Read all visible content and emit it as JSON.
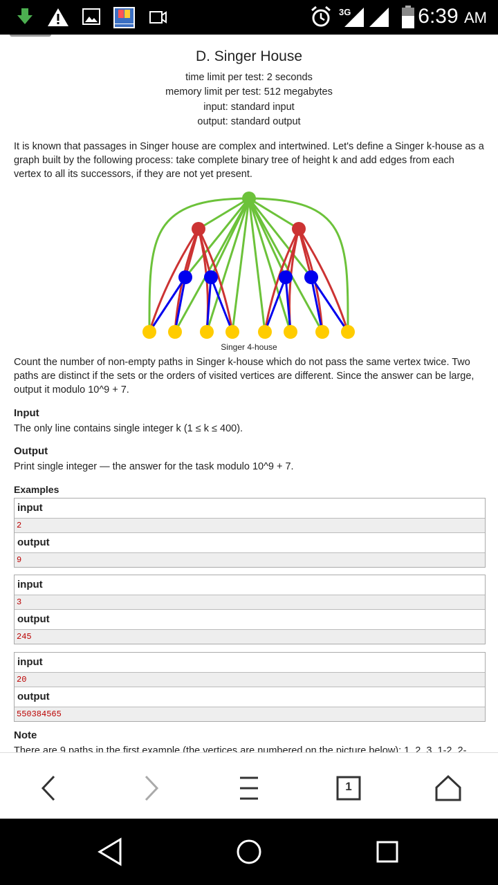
{
  "status_bar": {
    "time": "6:39",
    "ampm": "AM",
    "network": "3G",
    "icons": [
      "download-icon",
      "warning-icon",
      "image-icon",
      "app-icon",
      "video-icon",
      "alarm-icon",
      "signal-icon",
      "battery-icon"
    ]
  },
  "problem": {
    "title": "D. Singer House",
    "time_limit": "time limit per test: 2 seconds",
    "memory_limit": "memory limit per test: 512 megabytes",
    "input_spec": "input: standard input",
    "output_spec": "output: standard output",
    "statement_p1": "It is known that passages in Singer house are complex and intertwined. Let's define a Singer k-house as a graph built by the following process: take complete binary tree of height k and add edges from each vertex to all its successors, if they are not yet present.",
    "figure_caption": "Singer 4-house",
    "statement_p2": "Count the number of non-empty paths in Singer k-house which do not pass the same vertex twice. Two paths are distinct if the sets or the orders of visited vertices are different. Since the answer can be large, output it modulo 10^9 + 7.",
    "input_heading": "Input",
    "input_text": "The only line contains single integer k (1 ≤ k ≤ 400).",
    "output_heading": "Output",
    "output_text": "Print single integer — the answer for the task modulo 10^9 + 7.",
    "examples_heading": "Examples",
    "examples": [
      {
        "input_label": "input",
        "input": "2",
        "output_label": "output",
        "output": "9"
      },
      {
        "input_label": "input",
        "input": "3",
        "output_label": "output",
        "output": "245"
      },
      {
        "input_label": "input",
        "input": "20",
        "output_label": "output",
        "output": "550384565"
      }
    ],
    "note_heading": "Note",
    "note_text": "There are 9 paths in the first example (the vertices are numbered on the picture below): 1, 2, 3, 1-2, 2-"
  },
  "graph_colors": {
    "root": "#6cc23a",
    "level2": "#cc3333",
    "level3": "#0000ee",
    "leaf": "#ffcc00"
  },
  "nav": {
    "buttons": [
      "back-icon",
      "forward-icon",
      "menu-icon",
      "tabs-icon",
      "home-icon"
    ],
    "tab_count": "1"
  },
  "system_nav": [
    "system-back-icon",
    "system-home-icon",
    "system-recents-icon"
  ]
}
